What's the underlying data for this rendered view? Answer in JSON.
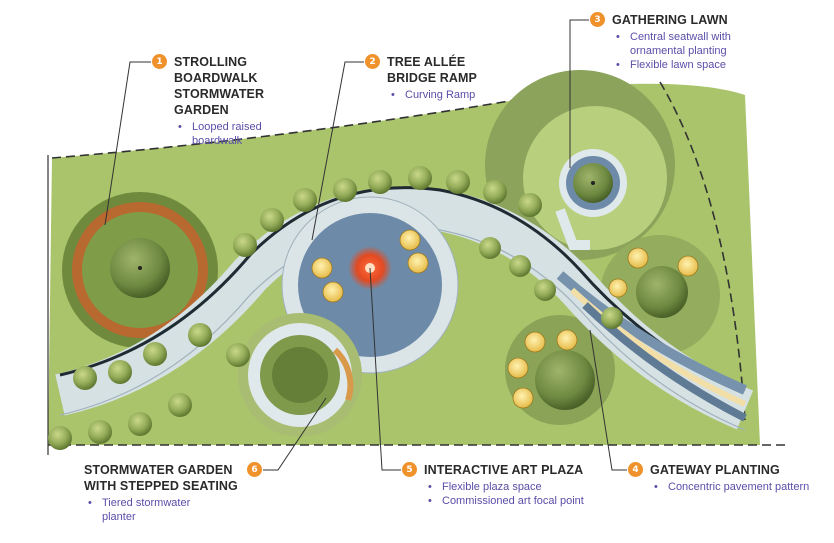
{
  "callouts": [
    {
      "num": "1",
      "title": [
        "STROLLING",
        "BOARDWALK",
        "STORMWATER",
        "GARDEN"
      ],
      "bullets": [
        "Looped raised boardwalk"
      ]
    },
    {
      "num": "2",
      "title": [
        "TREE ALLÉE",
        "BRIDGE RAMP"
      ],
      "bullets": [
        "Curving Ramp"
      ]
    },
    {
      "num": "3",
      "title": [
        "GATHERING LAWN"
      ],
      "bullets": [
        "Central seatwall with ornamental planting",
        "Flexible lawn space"
      ]
    },
    {
      "num": "4",
      "title": [
        "GATEWAY PLANTING"
      ],
      "bullets": [
        "Concentric pavement pattern"
      ]
    },
    {
      "num": "5",
      "title": [
        "INTERACTIVE ART PLAZA"
      ],
      "bullets": [
        "Flexible plaza space",
        "Commissioned art focal point"
      ]
    },
    {
      "num": "6",
      "title": [
        "STORMWATER GARDEN",
        "WITH STEPPED SEATING"
      ],
      "bullets": [
        "Tiered stormwater planter"
      ]
    }
  ],
  "colors": {
    "badge": "#f0922b",
    "bullet_text": "#5a4ea8",
    "lawn": "#a9c46a",
    "planting": "#6e8a3f",
    "paving": "#d9e3e6",
    "plaza": "#6d8ba8",
    "boardwalk": "#b8692f",
    "bench": "#f3d272"
  }
}
